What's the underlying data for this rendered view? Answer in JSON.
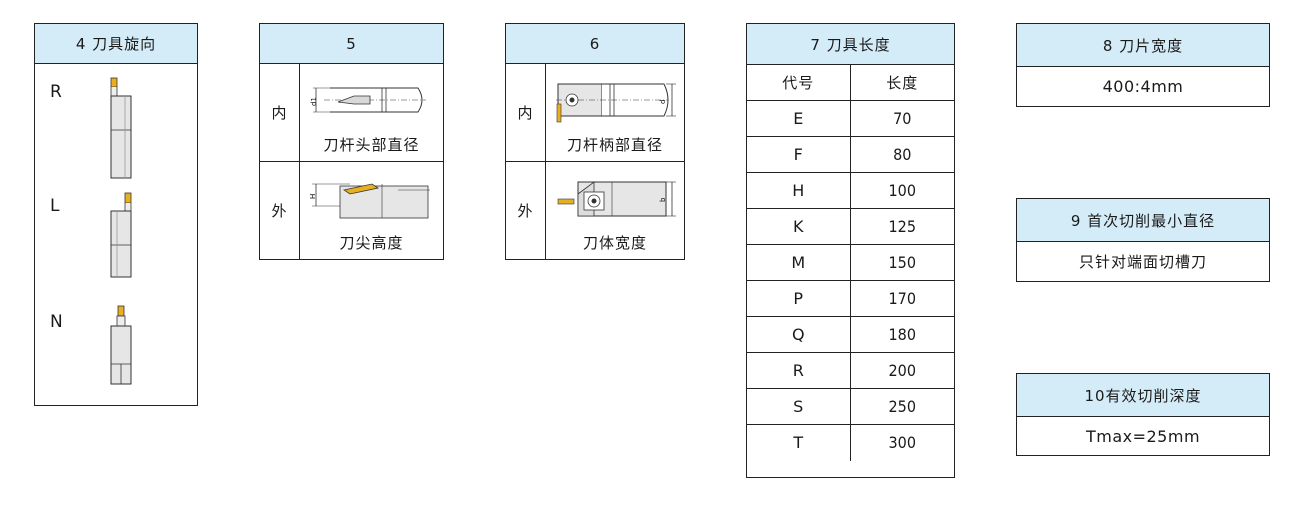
{
  "box4": {
    "header": "4 刀具旋向",
    "items": [
      {
        "letter": "R"
      },
      {
        "letter": "L"
      },
      {
        "letter": "N"
      }
    ]
  },
  "box5": {
    "header": "5",
    "rows": [
      {
        "side": "内",
        "label": "刀杆头部直径",
        "dim": "d1"
      },
      {
        "side": "外",
        "label": "刀尖高度",
        "dim": "H"
      }
    ]
  },
  "box6": {
    "header": "6",
    "rows": [
      {
        "side": "内",
        "label": "刀杆柄部直径",
        "dim": "d"
      },
      {
        "side": "外",
        "label": "刀体宽度",
        "dim": "b"
      }
    ]
  },
  "box7": {
    "header": "7 刀具长度",
    "col_code": "代号",
    "col_length": "长度",
    "rows": [
      {
        "code": "E",
        "length": "70"
      },
      {
        "code": "F",
        "length": "80"
      },
      {
        "code": "H",
        "length": "100"
      },
      {
        "code": "K",
        "length": "125"
      },
      {
        "code": "M",
        "length": "150"
      },
      {
        "code": "P",
        "length": "170"
      },
      {
        "code": "Q",
        "length": "180"
      },
      {
        "code": "R",
        "length": "200"
      },
      {
        "code": "S",
        "length": "250"
      },
      {
        "code": "T",
        "length": "300"
      }
    ]
  },
  "box8": {
    "header": "8 刀片宽度",
    "value": "400:4mm"
  },
  "box9": {
    "header": "9 首次切削最小直径",
    "value": "只针对端面切槽刀"
  },
  "box10": {
    "header": "10有效切削深度",
    "value": "Tmax=25mm"
  },
  "colors": {
    "header_bg": "#d4ecf7",
    "border": "#222222",
    "insert": "#e8b021",
    "tool_gray": "#e6e6e6"
  }
}
